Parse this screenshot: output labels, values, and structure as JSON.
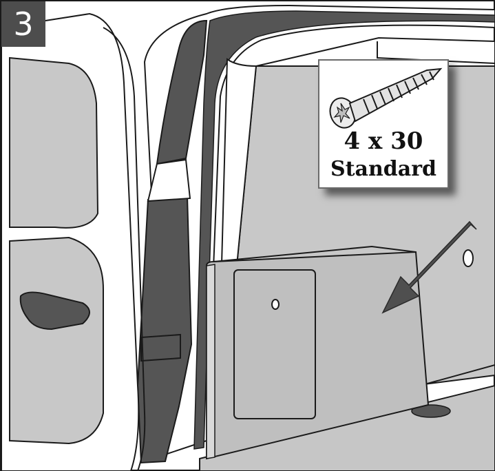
{
  "step": {
    "number": "3"
  },
  "fastener": {
    "size": "4 x 30",
    "type": "Standard"
  },
  "colors": {
    "badge": "#4d4d4d",
    "panel_gray": "#c8c8c8",
    "trim_dark": "#555555",
    "arrow": "#4f4f4f",
    "outline": "#1a1a1a"
  }
}
